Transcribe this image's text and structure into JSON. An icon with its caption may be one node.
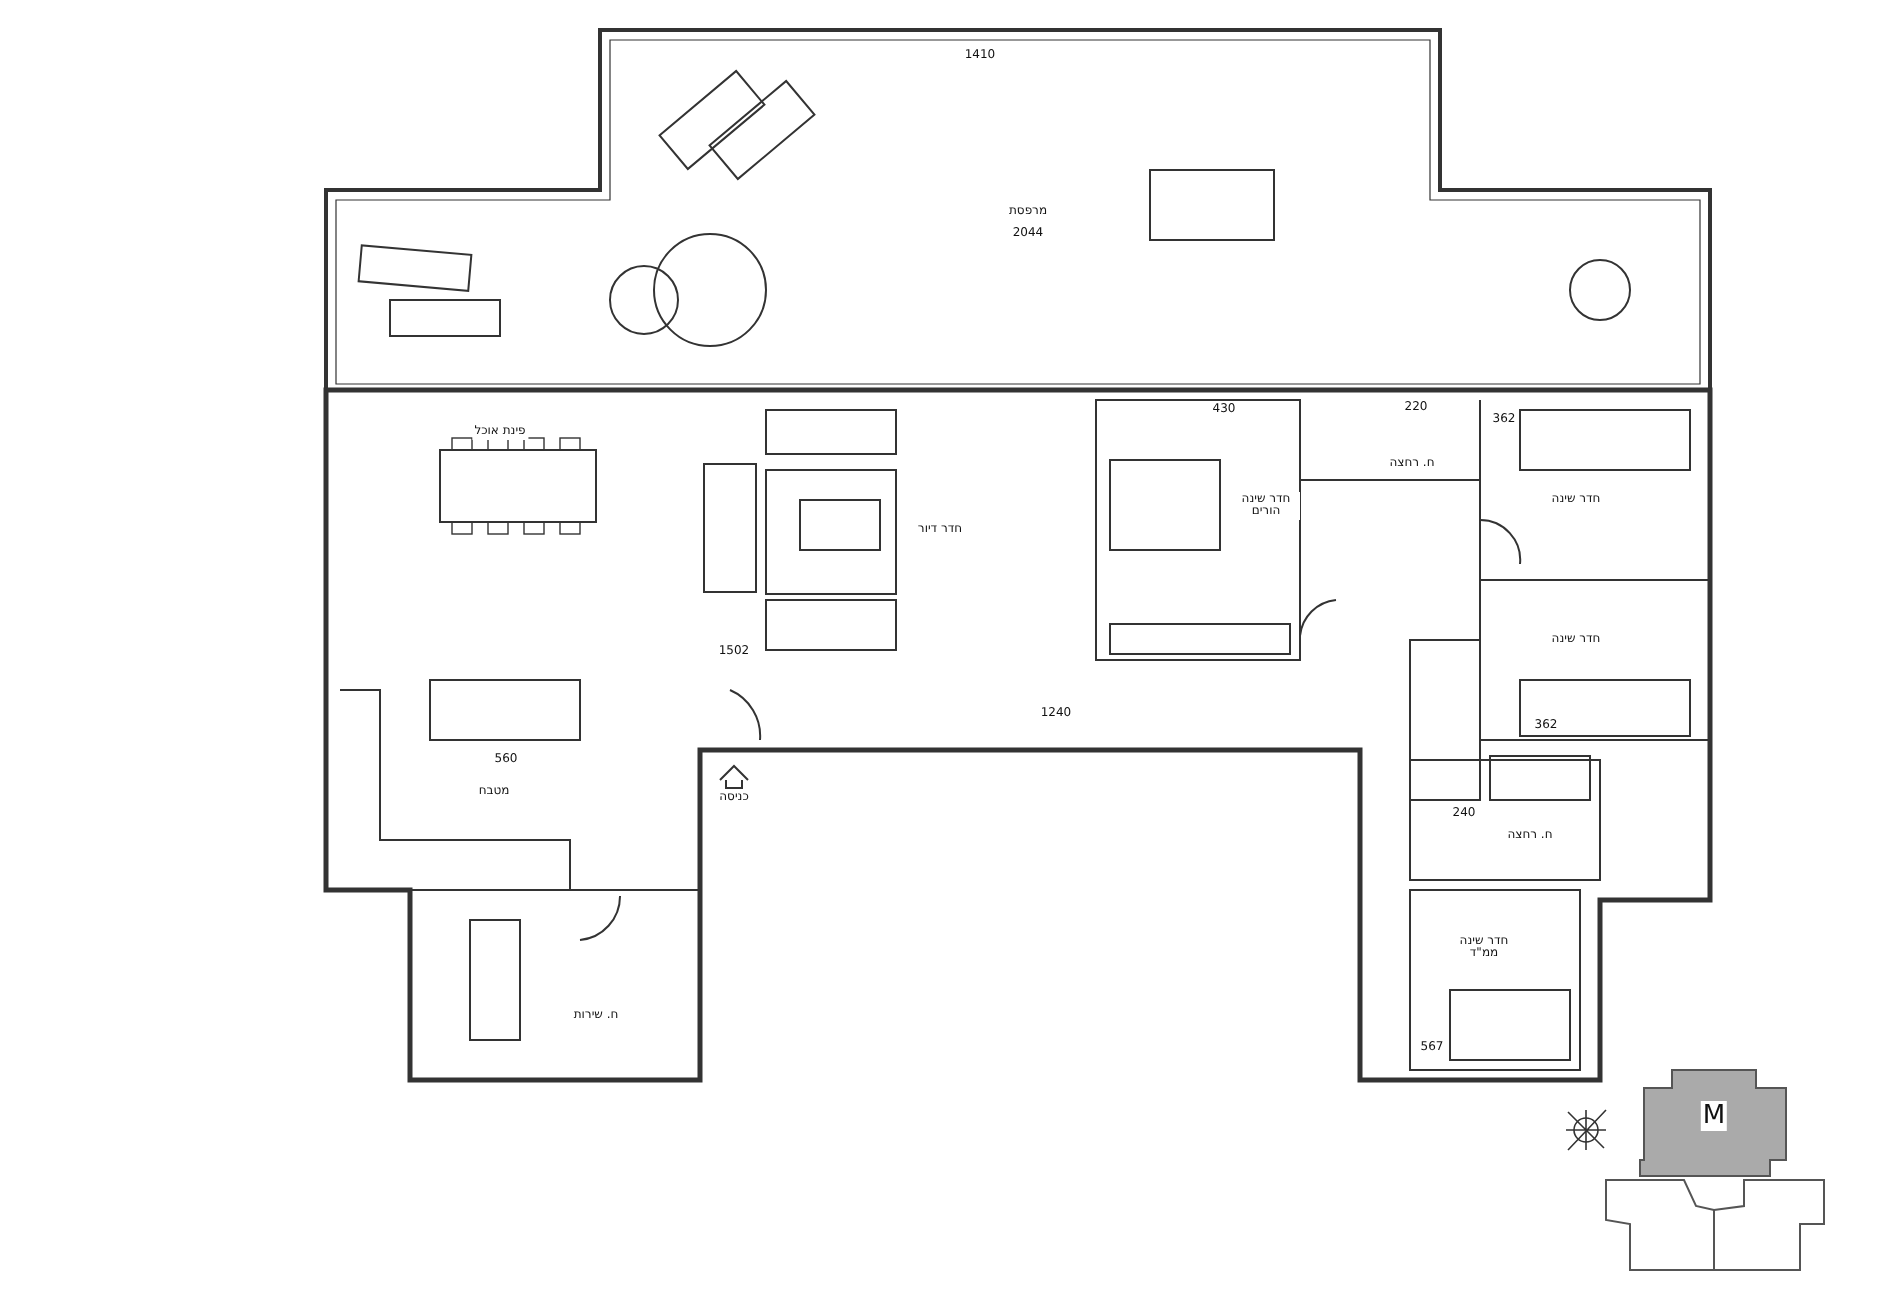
{
  "diagram": {
    "labels": [
      "1410",
      "מרפסת",
      "2044",
      "פינת אוכל",
      "חדר דיור",
      "1502",
      "1240",
      "560",
      "מטבח",
      "כניסה",
      "ח. שירות",
      "430",
      "220",
      "362",
      "חדר שינה הורים",
      "ח. רחצה",
      "חדר שינה",
      "חדר שינה",
      "362",
      "240",
      "ח. רחצה",
      "חדר שינה ממ\"ד",
      "567",
      "M"
    ]
  }
}
